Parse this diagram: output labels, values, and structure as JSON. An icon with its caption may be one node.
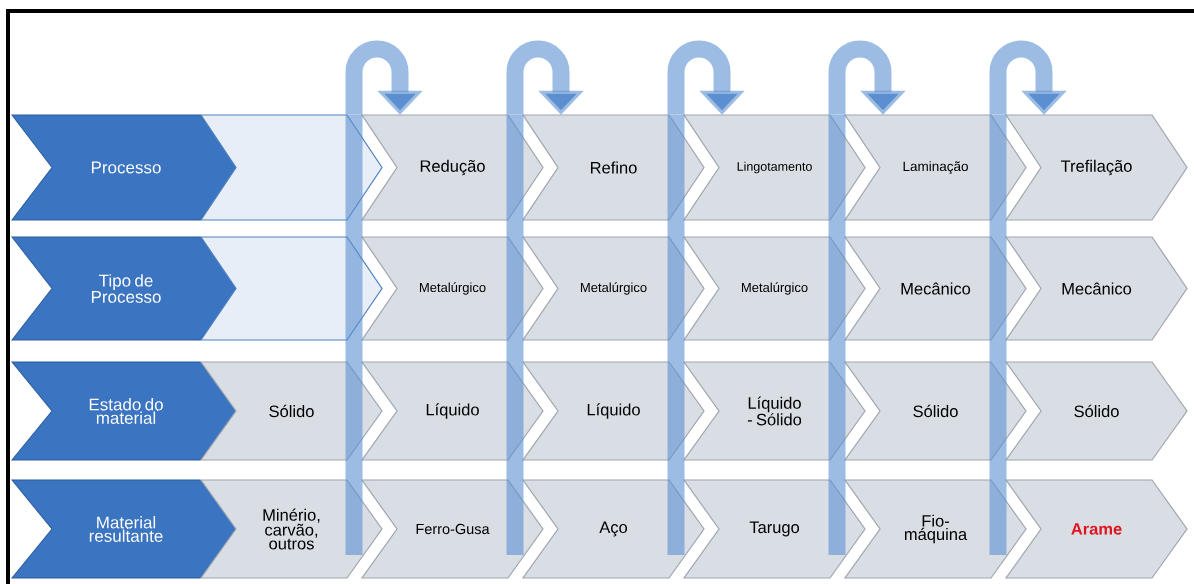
{
  "diagram": {
    "nodes": [
      {
        "text": [
          "Processo"
        ]
      },
      {
        "text": [],
        "shape": "chevron"
      },
      {
        "text": [
          "Redução"
        ]
      },
      {
        "text": [
          "Refino"
        ]
      },
      {
        "text": [
          "Lingotamento"
        ]
      },
      {
        "text": [
          "Laminação"
        ]
      },
      {
        "text": [
          "Trefilação"
        ]
      },
      {
        "text": [
          "Tipo de Processo"
        ]
      },
      {
        "text": [],
        "shape": "chevron"
      },
      {
        "text": [
          "Metalúrgico"
        ]
      },
      {
        "text": [
          "Metalúrgico"
        ]
      },
      {
        "text": [
          "Metalúrgico"
        ]
      },
      {
        "text": [
          "Mecânico"
        ]
      },
      {
        "text": [
          "Mecânico"
        ]
      },
      {
        "text": [
          "Estado do material"
        ]
      },
      {
        "text": [
          "Sólido"
        ]
      },
      {
        "text": [
          "Líquido"
        ]
      },
      {
        "text": [
          "Líquido"
        ]
      },
      {
        "text": [
          "Líquido - Sólido"
        ]
      },
      {
        "text": [
          "Sólido"
        ]
      },
      {
        "text": [
          "Sólido"
        ]
      },
      {
        "text": [
          "Material resultante"
        ]
      },
      {
        "text": [
          "Minério, carvão, outros"
        ]
      },
      {
        "text": [
          "Ferro-Gusa"
        ]
      },
      {
        "text": [
          "Aço"
        ]
      },
      {
        "text": [
          "Tarugo"
        ]
      },
      {
        "text": [
          "Fio-máquina"
        ]
      },
      {
        "text": [
          "Arame"
        ]
      }
    ],
    "edges": [
      {
        "from": 1,
        "to": 2,
        "arrow": "to"
      },
      {
        "from": 2,
        "to": 3,
        "arrow": "to"
      },
      {
        "from": 3,
        "to": 4,
        "arrow": "to"
      },
      {
        "from": 4,
        "to": 5,
        "arrow": "to"
      },
      {
        "from": 5,
        "to": 6,
        "arrow": "to"
      }
    ]
  }
}
